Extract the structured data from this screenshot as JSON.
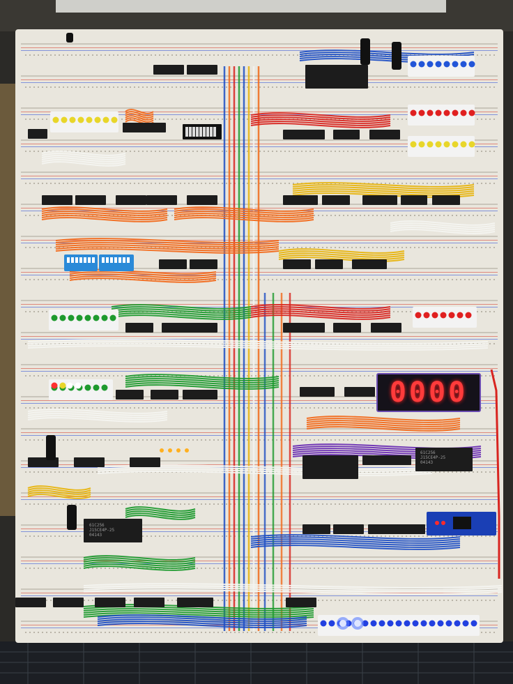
{
  "scene": {
    "subject": "breadboard-computer",
    "segment_display": {
      "value": "0000",
      "color": "#ff3b3b"
    },
    "chip_labels": [
      {
        "text": "61C256\nJ15CE4P-25\n04143"
      },
      {
        "text": "61C256\nJ15CE4P-25\n04143"
      }
    ],
    "colors": {
      "board": "#e9e6dd",
      "background": "#2b2a27",
      "cutting_mat": "#1c1f24",
      "wire_orange": "#f26a1b",
      "wire_red": "#d8241f",
      "wire_yellow": "#e8b40d",
      "wire_green": "#1e9a2e",
      "wire_blue": "#1f4fc4",
      "wire_purple": "#6b2fb3",
      "wire_white": "#f4f4f0",
      "chip": "#1c1c1c",
      "dip_switch": "#2a8ad8"
    }
  }
}
